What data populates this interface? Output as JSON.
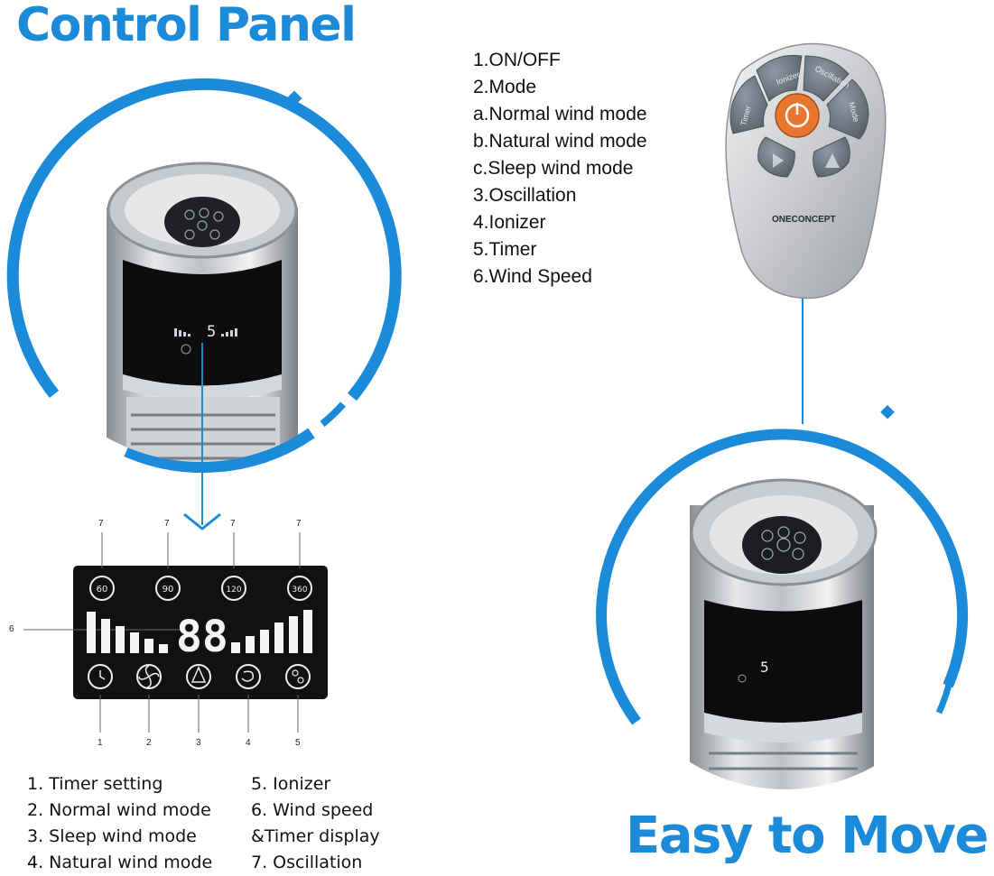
{
  "titles": {
    "control_panel": "Control Panel",
    "easy_to_move": "Easy to Move"
  },
  "remote_legend": [
    "1.ON/OFF",
    "2.Mode",
    "a.Normal wind mode",
    "b.Natural wind mode",
    "c.Sleep wind mode",
    "3.Oscillation",
    "4.Ionizer",
    "5.Timer",
    "6.Wind Speed"
  ],
  "remote": {
    "brand": "ONECONCEPT",
    "buttons": {
      "ionizer": "Ionizer",
      "oscillation": "Oscillation",
      "timer": "Timer",
      "mode": "Mode"
    }
  },
  "fan_display": {
    "digit": "5"
  },
  "panel": {
    "digits": "88",
    "oscillation_badges": [
      "60",
      "90",
      "120",
      "360"
    ],
    "top_labels": [
      "7",
      "7",
      "7",
      "7"
    ],
    "bottom_labels": [
      "1",
      "2",
      "3",
      "4",
      "5"
    ],
    "side_label": "6"
  },
  "bottom_legend_left": [
    "1. Timer setting",
    "2. Normal wind mode",
    "3. Sleep wind mode",
    "4. Natural wind mode"
  ],
  "bottom_legend_right": [
    "5. Ionizer",
    "6. Wind speed",
    "&Timer display",
    "7. Oscillation"
  ],
  "colors": {
    "accent": "#1a8ad9",
    "orange": "#e8762f",
    "panel_bg": "#111111"
  }
}
